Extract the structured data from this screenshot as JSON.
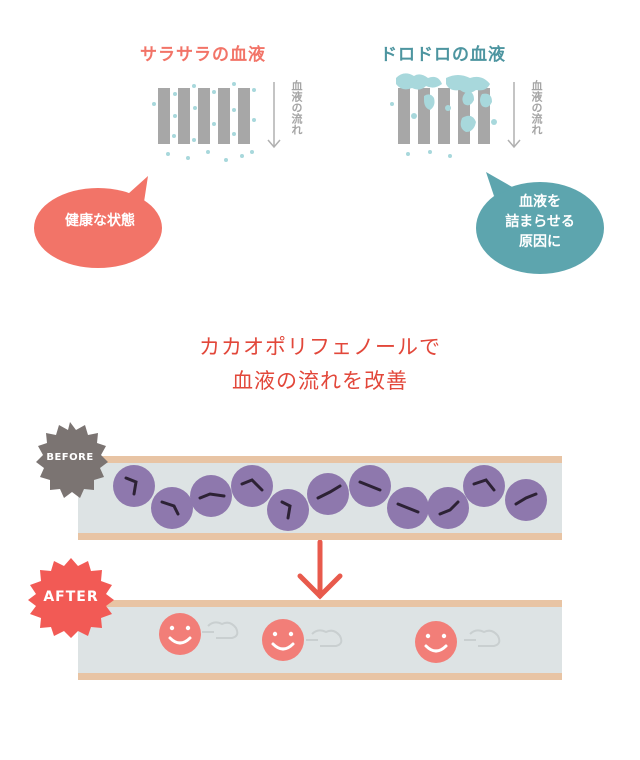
{
  "top": {
    "smooth": {
      "title": "サラサラの血液",
      "flow_label": "血液の流れ",
      "bubble_text": "健康な状態"
    },
    "sticky": {
      "title": "ドロドロの血液",
      "flow_label": "血液の流れ",
      "bubble_lines": [
        "血液を",
        "詰まらせる",
        "原因に"
      ]
    }
  },
  "message": {
    "line1": "カカオポリフェノールで",
    "line2": "血液の流れを改善"
  },
  "before": {
    "badge": "BEFORE"
  },
  "after": {
    "badge": "AFTER"
  },
  "colors": {
    "coral": "#f27468",
    "teal": "#5da5ae",
    "purple": "#8e78ad",
    "vessel_wall": "#e8c4a4",
    "vessel_inner": "#dde3e4",
    "accent_red": "#e2473a"
  }
}
